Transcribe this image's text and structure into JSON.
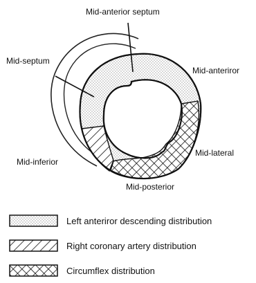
{
  "segments": {
    "mid_anterior_septum": "Mid-anterior septum",
    "mid_septum": "Mid-septum",
    "mid_anterior": "Mid-anteriror",
    "mid_inferior": "Mid-inferior",
    "mid_lateral": "Mid-lateral",
    "mid_posterior": "Mid-posterior"
  },
  "legend": [
    {
      "pattern": "dotted",
      "label": "Left anteriror descending distribution"
    },
    {
      "pattern": "diagonal-lines",
      "label": "Right coronary artery distribution"
    },
    {
      "pattern": "crosshatch",
      "label": "Circumflex distribution"
    }
  ]
}
